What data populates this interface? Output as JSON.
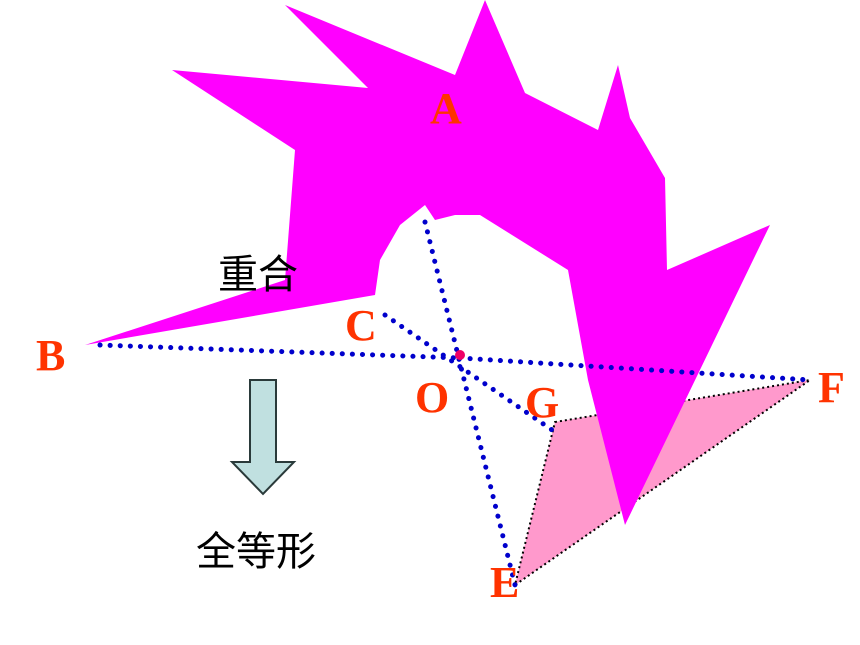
{
  "diagram": {
    "points": {
      "A": "A",
      "B": "B",
      "C": "C",
      "O": "O",
      "G": "G",
      "F": "F",
      "E": "E"
    },
    "annotations": {
      "coincide": "重合",
      "congruent": "全等形"
    },
    "colors": {
      "star_shape": "#ff00ff",
      "triangle_fill": "#ff99cc",
      "point_label": "#ff3300",
      "dotted_line": "#0000cc",
      "arrow_fill": "#c0e0e0",
      "center_dot": "#ee0066"
    },
    "icons": {
      "arrow": "down-arrow-icon"
    }
  }
}
